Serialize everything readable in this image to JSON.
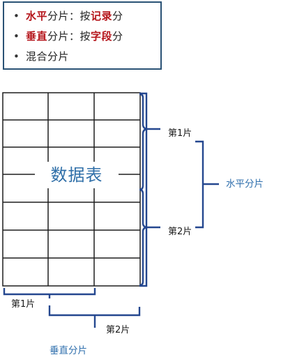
{
  "legend": {
    "items": [
      {
        "prefix": "水平",
        "mid": "分片：按",
        "key": "记录",
        "suffix": "分"
      },
      {
        "prefix": "垂直",
        "mid": "分片：按",
        "key": "字段",
        "suffix": "分"
      },
      {
        "prefix": "",
        "mid": "混合分片",
        "key": "",
        "suffix": ""
      }
    ]
  },
  "table_label": "数据表",
  "horizontal": {
    "shard1": "第1片",
    "shard2": "第2片",
    "title": "水平分片"
  },
  "vertical": {
    "shard1": "第1片",
    "shard2": "第2片",
    "title": "垂直分片"
  },
  "colors": {
    "accent_red": "#b5151b",
    "brace_blue": "#24478f",
    "label_blue": "#2f6fad",
    "border": "#2a5275"
  }
}
